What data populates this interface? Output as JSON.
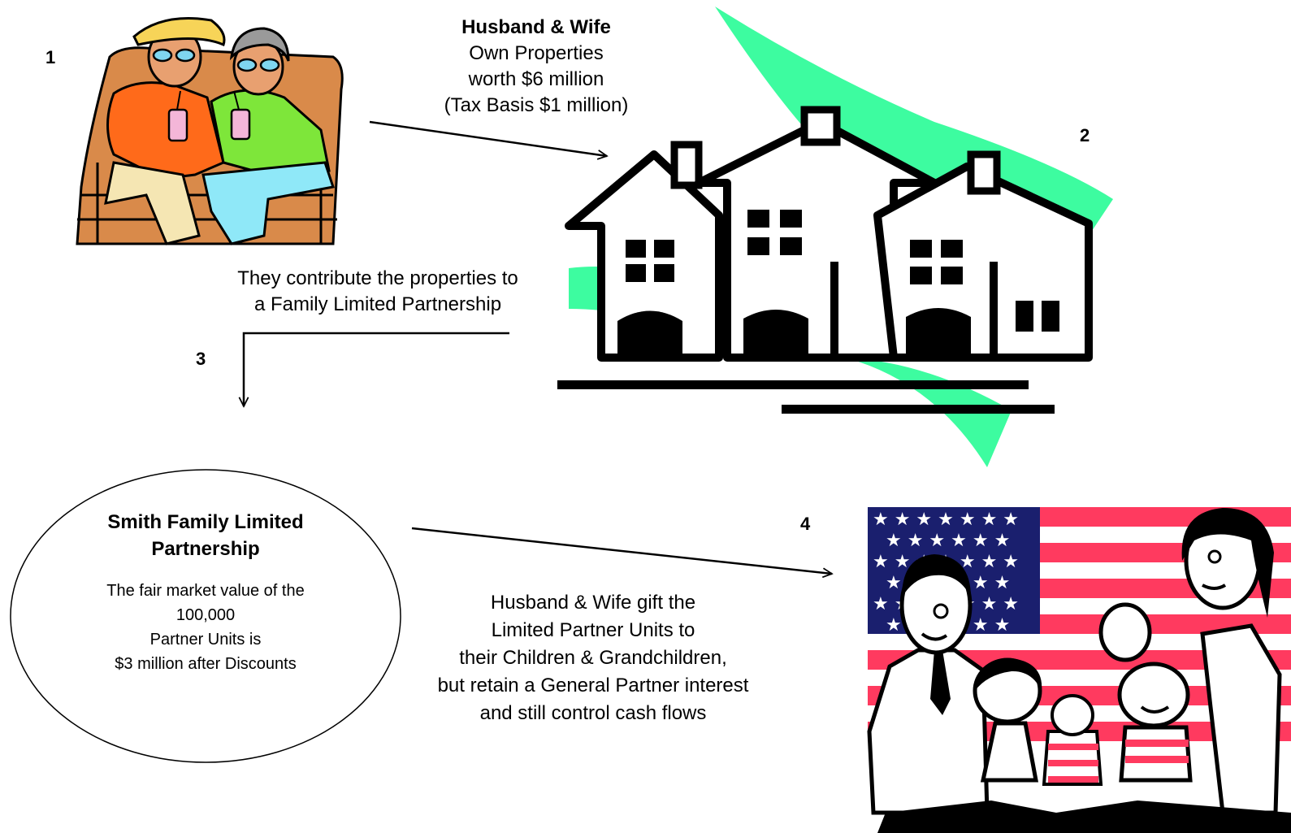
{
  "steps": {
    "one": "1",
    "two": "2",
    "three": "3",
    "four": "4"
  },
  "couple_caption": {
    "title": "Husband & Wife",
    "line1": "Own Properties",
    "line2": "worth $6 million",
    "line3": "(Tax Basis $1 million)"
  },
  "contribute_caption": {
    "line1": "They contribute the properties to",
    "line2": "a Family Limited Partnership"
  },
  "partnership": {
    "title_line1": "Smith Family Limited",
    "title_line2": "Partnership",
    "body_line1": "The fair market value of the",
    "body_line2": "100,000",
    "body_line3": "Partner Units is",
    "body_line4": "$3 million after Discounts"
  },
  "gift_caption": {
    "line1": "Husband & Wife gift the",
    "line2": "Limited Partner Units to",
    "line3": "their Children & Grandchildren,",
    "line4": "but retain a General Partner interest",
    "line5": "and still control cash flows"
  },
  "illustrations": {
    "couple": "retired-couple-clipart",
    "houses": "townhouses-clipart",
    "family": "family-with-flag-clipart"
  },
  "colors": {
    "accent_green": "#3dfca0",
    "flag_red": "#ff3a5f",
    "flag_blue": "#1a1f6e",
    "shirt_orange": "#ff6a1a",
    "shirt_green": "#7ee63a",
    "pants_blue": "#8fe8f8",
    "chair_brown": "#d98a4a"
  }
}
